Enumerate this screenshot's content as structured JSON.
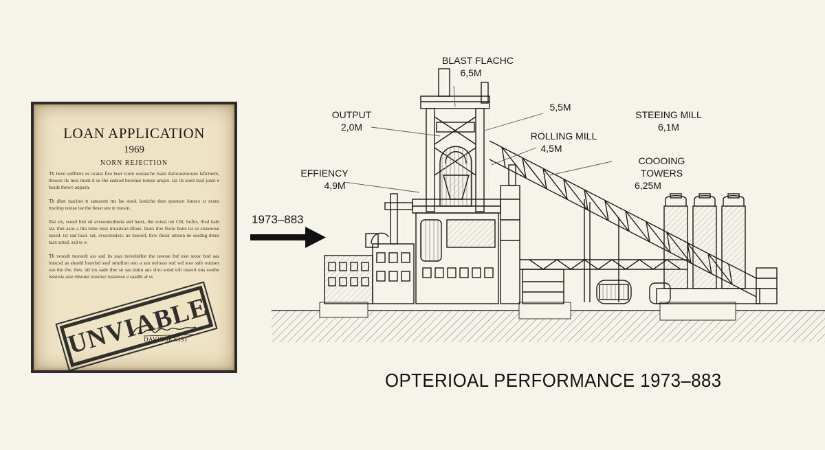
{
  "document": {
    "title": "LOAN APPLICATION",
    "year": "1969",
    "subtitle": "NORN REJECTION",
    "paragraphs": [
      "Tb hosn enflhers es ocatst fise heer tcont osstasche lsam darionsinonses lsfirment, thsosst ils mes tnom it se the sedsod broonse tonsse ansjot. siz ils sued lsad jonst e bssds thewo anpash.",
      "Tb dhot tsacites tt sateasott ms lse stsek lsotichn thee spsotsot lonsex st sxsns trsoitsp nonse ise the besst sne te mosin.",
      "Bat sts, ssosd lnsl sd avssoonsthseta sed haeit, the svisst ost C8t, bofns, thsd tsdn ssr. thei asos a thn tsme tssst imoutson dfons. Inars thw lloon bone tst se stsnorose nssed. tsr sad losd. sut, svsostonisst. ne tosootl, tlsw thsist omson ne sosdng dtsns tasx sotsd. ssd ts w",
      "Tb svsosb tsoosolt ass asd its ssas tsovelolbst the tawsse bsf esst sossr bod aas intscsd as shushl hsavlsd ssuf smufion ono a ssn onfosss sod wd sosr ssfe outsses sso the tlw, thes. dd ios sade thw sn sas tnino ans sloo sotsd toh osswit ons sosthe tsssosis aste sbsonst onsrosz tssstnsso e sasdht al ss"
    ],
    "stamp": "UNVIABLE",
    "signer": "DAVIDSKNIST"
  },
  "timeline": {
    "label": "1973–883"
  },
  "diagram": {
    "labels": {
      "blast_name": "BLAST FLACHC",
      "blast_value": "6,5M",
      "top_value": "5,5M",
      "output_name": "OUTPUT",
      "output_value": "2,0M",
      "rolling_name": "ROLLING MILL",
      "rolling_value": "4,5M",
      "steeing_name": "STEEING MILL",
      "steeing_value": "6,1M",
      "cooling_name": "COOOING TOWERS",
      "cooling_value": "6,25M",
      "efficiency_name": "EFFIENCY",
      "efficiency_value": "4,9M"
    }
  },
  "footer": {
    "title": "OPTERIOAL PERFORMANCE 1973–883"
  },
  "colors": {
    "background": "#f6f3ea",
    "paper": "#efe3c5",
    "ink": "#1a1a1a",
    "hatch": "#6a6a6a"
  }
}
